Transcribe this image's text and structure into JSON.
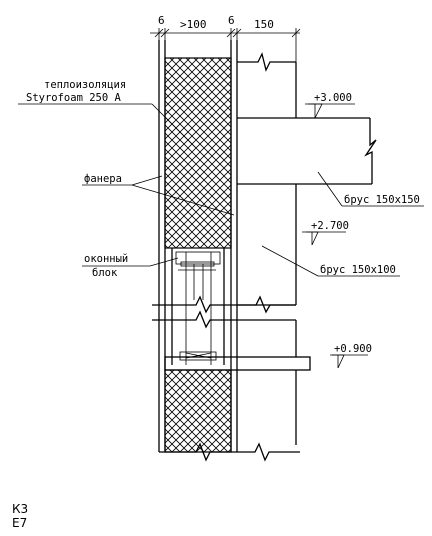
{
  "dimensions": {
    "d1": "6",
    "d2": ">100",
    "d3": "6",
    "d4": "150"
  },
  "labels": {
    "insulation_line1": "теплоизоляция",
    "insulation_line2": "Styrofoam 250 A",
    "plywood": "фанера",
    "window_line1": "оконный",
    "window_line2": "блок",
    "beam_top": "брус 150х150",
    "beam_mid": "брус 150х100"
  },
  "levels": {
    "l1": "+3.000",
    "l2": "+2.700",
    "l3": "+0.900"
  },
  "codes": {
    "c1": "К3",
    "c2": "Е7"
  }
}
